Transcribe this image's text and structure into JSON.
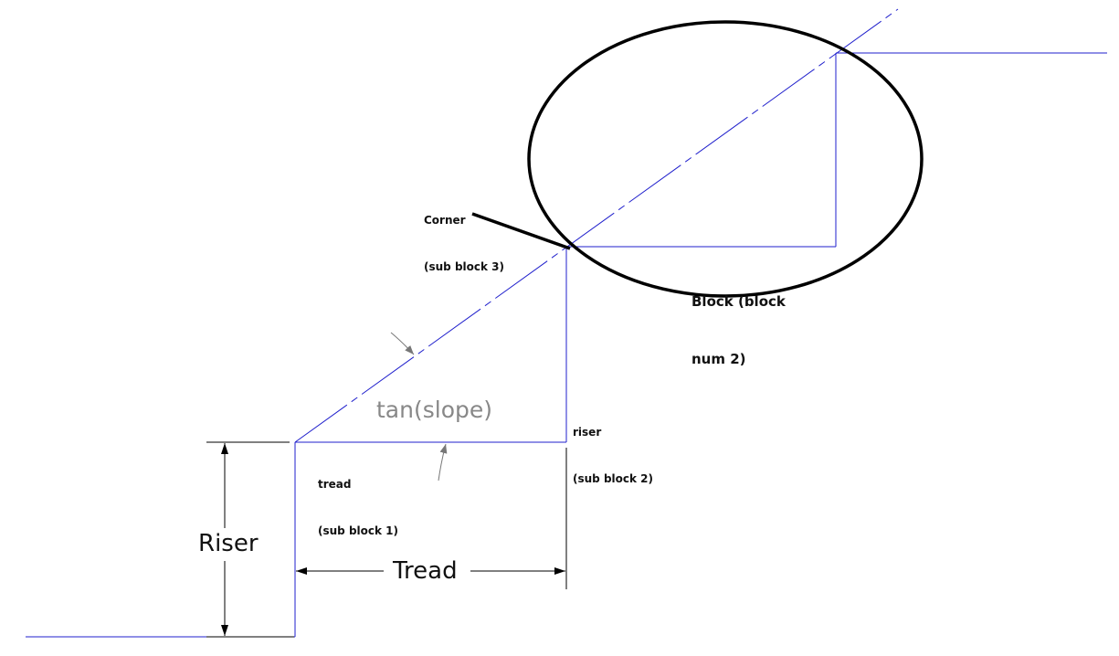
{
  "labels": {
    "corner_line1": "Corner",
    "corner_line2": "(sub block 3)",
    "block_line1": "Block (block",
    "block_line2": "num 2)",
    "riser_sub_line1": "riser",
    "riser_sub_line2": "(sub block 2)",
    "tread_sub_line1": "tread",
    "tread_sub_line2": "(sub block 1)",
    "angle_label": "tan(slope)",
    "riser_dim": "Riser",
    "tread_dim": "Tread"
  },
  "colors": {
    "profile_line": "#1f1fcc",
    "dimension_line": "#000000",
    "highlight_ellipse": "#000000",
    "angle_text": "#888888"
  }
}
